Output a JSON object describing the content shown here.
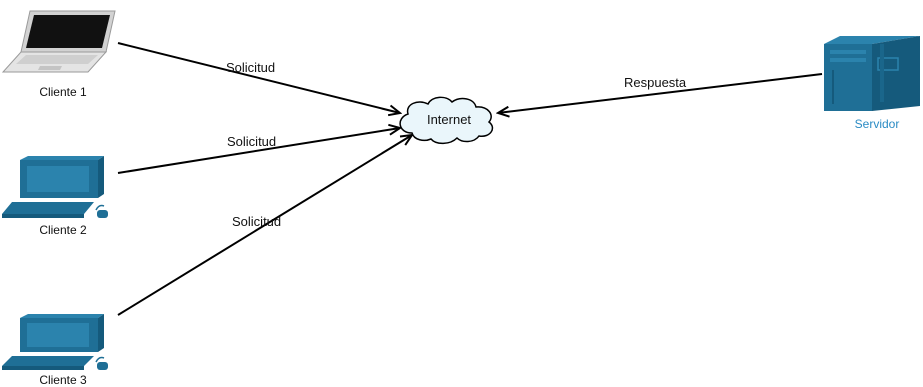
{
  "colors": {
    "device_blue": "#1f6f96",
    "device_blue_dark": "#155a7c",
    "device_screen": "#2b83ad",
    "server_label": "#2a8bc4",
    "laptop_body": "#dcdcdc",
    "laptop_screen": "#111111",
    "cloud_fill": "#eaf6fb",
    "line": "#000000"
  },
  "nodes": {
    "client1": {
      "label": "Cliente 1",
      "icon": "laptop-icon"
    },
    "client2": {
      "label": "Cliente 2",
      "icon": "desktop-computer-icon"
    },
    "client3": {
      "label": "Cliente 3",
      "icon": "desktop-computer-icon"
    },
    "internet": {
      "label": "Internet",
      "icon": "cloud-icon"
    },
    "server": {
      "label": "Servidor",
      "icon": "server-tower-icon"
    }
  },
  "edges": [
    {
      "from": "Cliente 1",
      "to": "Internet",
      "label": "Solicitud"
    },
    {
      "from": "Cliente 2",
      "to": "Internet",
      "label": "Solicitud"
    },
    {
      "from": "Cliente 3",
      "to": "Internet",
      "label": "Solicitud"
    },
    {
      "from": "Servidor",
      "to": "Internet",
      "label": "Respuesta"
    }
  ]
}
